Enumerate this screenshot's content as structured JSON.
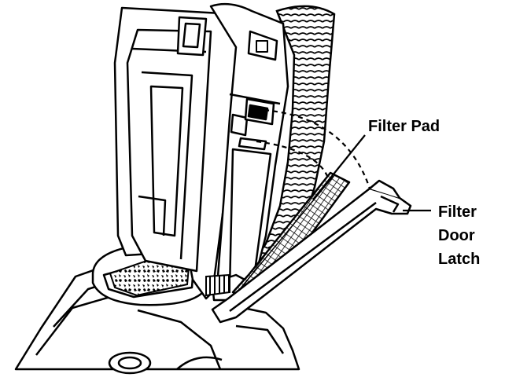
{
  "figure": {
    "callouts": {
      "filter_pad": "Filter Pad",
      "filter_door_latch_line1": "Filter",
      "filter_door_latch_line2": "Door",
      "filter_door_latch_line3": "Latch"
    }
  },
  "colors": {
    "ink": "#000000",
    "paper": "#ffffff",
    "shade": "#d8d8d8"
  }
}
